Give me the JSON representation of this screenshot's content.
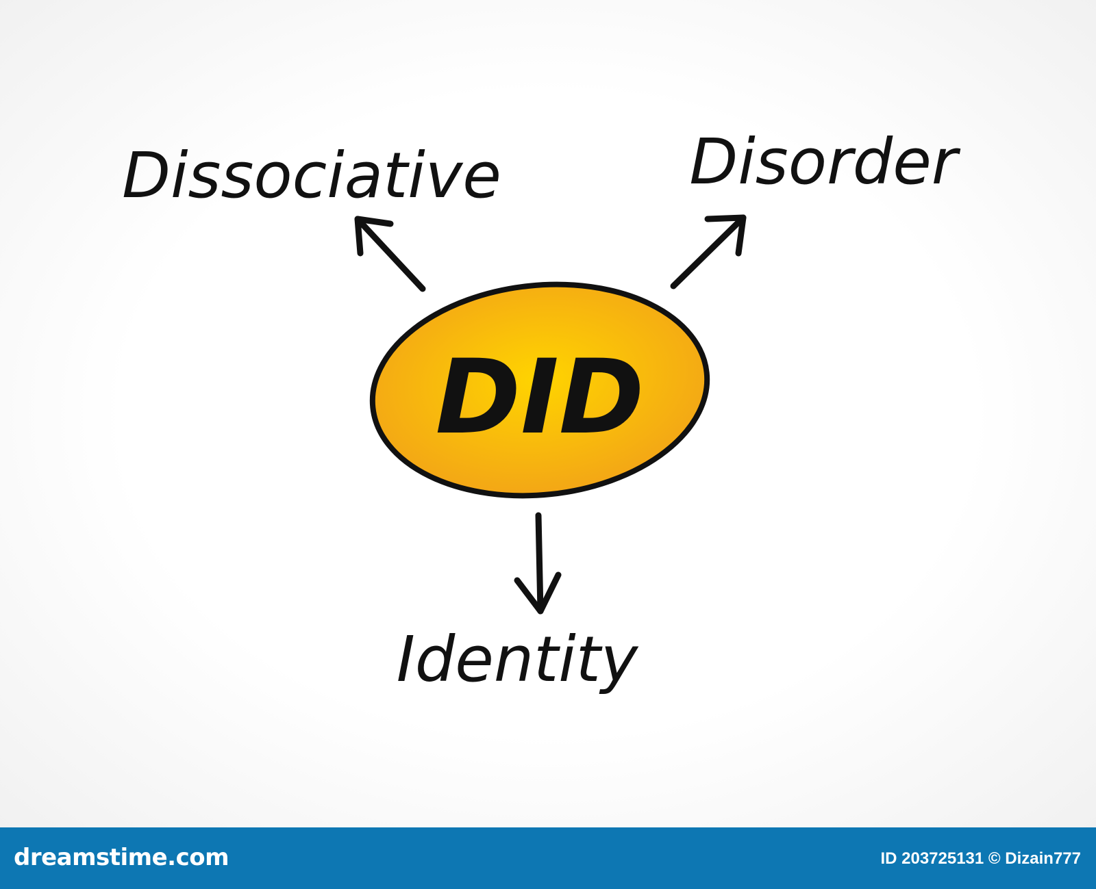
{
  "diagram": {
    "center_label": "DID",
    "terms": {
      "top_left": "Dissociative",
      "top_right": "Disorder",
      "bottom": "Identity"
    },
    "colors": {
      "ellipse_inner": "#ffd400",
      "ellipse_outer": "#f2a218",
      "stroke": "#111111"
    }
  },
  "footer": {
    "brand": "dreamstime.com",
    "credit": "ID 203725131 © Dizain777",
    "background": "#0d77b3"
  }
}
